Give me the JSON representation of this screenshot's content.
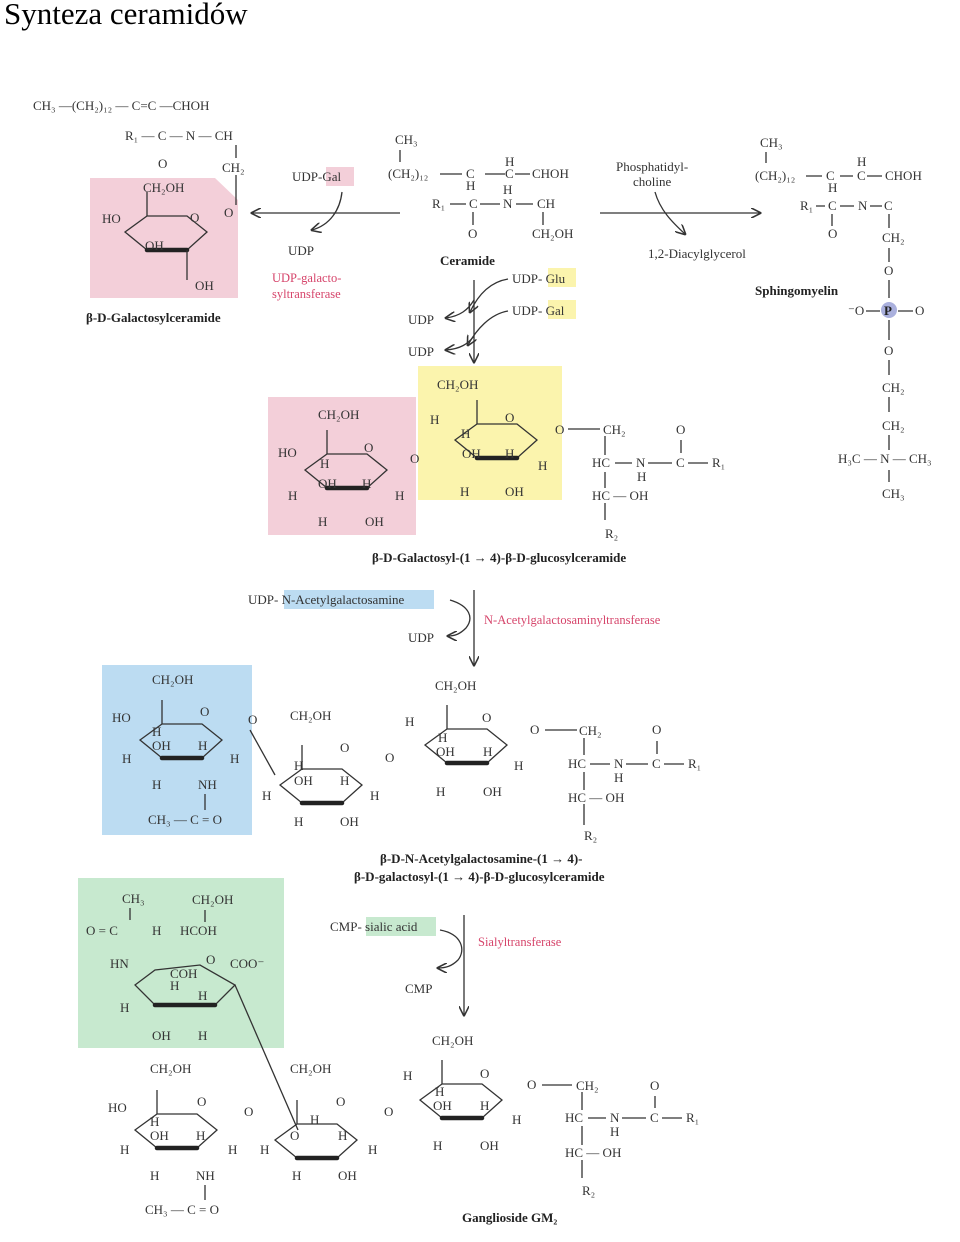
{
  "page": {
    "title": "Synteza ceramidów"
  },
  "colors": {
    "pink": "#f3cfd9",
    "yellow": "#fbf4ad",
    "blue": "#bcdcf2",
    "green": "#c7e9cf",
    "enzyme": "#d6456b",
    "phosphorus": "#aab0dd"
  },
  "ceramide": {
    "label": "Ceramide",
    "chain_ch3": "CH₃",
    "chain_ch2": "(CH₂)₁₂",
    "choh": "CHOH",
    "ch": "CH",
    "nh": "N",
    "r1": "R₁",
    "ch2oh": "CH₂OH"
  },
  "galactosylceramide": {
    "label": "β-D-Galactosylceramide",
    "head_chain": "CH₃ —(CH₂)₁₂ — C=C —CHOH",
    "r1_line": "R₁ — C — N — CH",
    "donor": "UDP-Gal",
    "byproduct": "UDP",
    "enzyme": "UDP-galacto-\nsyltransferase"
  },
  "sphingomyelin": {
    "label": "Sphingomyelin",
    "donor": "Phosphatidyl-\ncholine",
    "byproduct": "1,2-Diacylglycerol",
    "phosphorus": "P",
    "choline_n": "H₃C — N — CH₃",
    "choline_me": "CH₃"
  },
  "lactosylceramide": {
    "donors": [
      "UDP- Glu",
      "UDP- Gal"
    ],
    "byproducts": [
      "UDP",
      "UDP"
    ],
    "label": "β-D-Galactosyl-(1 → 4)-β-D-glucosylceramide"
  },
  "galnac_step": {
    "donor": "UDP- N-Acetylgalactosamine",
    "enzyme": "N-Acetylgalactosaminyltransferase",
    "byproduct": "UDP",
    "label_line1": "β-D-N-Acetylgalactosamine-(1 → 4)-",
    "label_line2": "β-D-galactosyl-(1 → 4)-β-D-glucosylceramide",
    "acetyl": "CH₃ — C = O",
    "nh": "NH"
  },
  "sialic_step": {
    "donor": "CMP- sialic acid",
    "enzyme": "Sialyltransferase",
    "byproduct": "CMP",
    "coo": "COO⁻",
    "coh": "COH",
    "hcoh": "HCOH",
    "acetyl_o": "O = C",
    "hn": "HN",
    "label": "Ganglioside GM₂"
  },
  "atoms": {
    "ch2oh": "CH₂OH",
    "oh": "OH",
    "ho": "HO",
    "h": "H",
    "o": "O",
    "ch2": "CH₂",
    "hc": "HC",
    "hc_oh": "HC — OH",
    "r1": "R₁",
    "r2": "R₂",
    "c": "C",
    "n": "N",
    "ch3": "CH₃"
  }
}
